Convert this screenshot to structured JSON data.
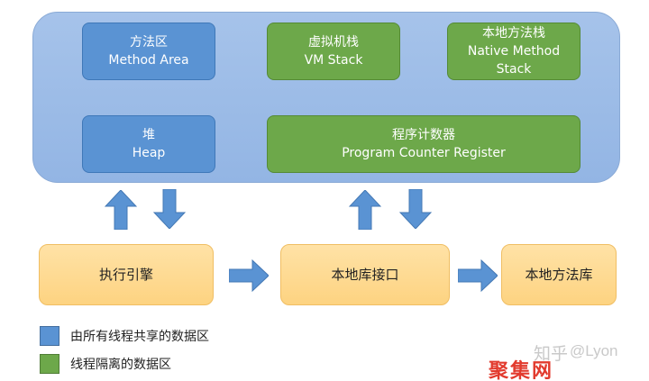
{
  "runtime_data_area": {
    "method_area": {
      "zh": "方法区",
      "en": "Method Area"
    },
    "vm_stack": {
      "zh": "虚拟机栈",
      "en": "VM Stack"
    },
    "native_method_stack": {
      "zh": "本地方法栈",
      "en_line1": "Native Method",
      "en_line2": "Stack"
    },
    "heap": {
      "zh": "堆",
      "en": "Heap"
    },
    "program_counter": {
      "zh": "程序计数器",
      "en": "Program Counter Register"
    }
  },
  "bottom_row": {
    "execution_engine": "执行引擎",
    "native_interface": "本地库接口",
    "native_library": "本地方法库"
  },
  "legend": [
    {
      "label": "由所有线程共享的数据区",
      "color": "#5a93d3"
    },
    {
      "label": "线程隔离的数据区",
      "color": "#6da84a"
    }
  ],
  "watermark": {
    "platform": "知乎",
    "user": "@Lyon",
    "logo": "聚集网"
  },
  "colors": {
    "shared_blue": "#5a93d3",
    "isolated_green": "#6da84a",
    "runtime_area_bg": "#a6c3ea",
    "engine_orange": "#fdd381",
    "arrow_blue": "#5a93d3"
  }
}
